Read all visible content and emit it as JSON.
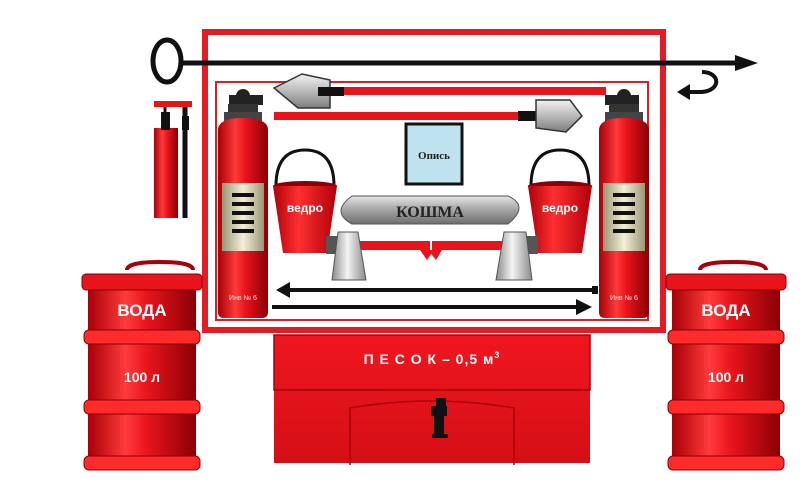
{
  "labels": {
    "bucket_left": "ведро",
    "bucket_right": "ведро",
    "blanket": "КОШМА",
    "inventory": "Опись",
    "sand_box_prefix": "П Е С О К – 0,5 м",
    "sand_box_sup": "3",
    "barrel_left_title": "ВОДА",
    "barrel_left_volume": "100 л",
    "barrel_right_title": "ВОДА",
    "barrel_right_volume": "100 л",
    "extinguisher_left_tag": "Инв № 6",
    "extinguisher_right_tag": "Инв № 6"
  },
  "colors": {
    "red": "#e8141c",
    "red_dark": "#a80008",
    "red_light": "#ff4d4d",
    "black": "#111111",
    "panel_border": "#e31b23",
    "metal": "#c8c8c8"
  },
  "icons": [
    "hook-icon",
    "shovel-icon",
    "axe-icon",
    "crowbar-icon",
    "fire-extinguisher-icon",
    "fire-bucket-icon",
    "lock-icon"
  ]
}
